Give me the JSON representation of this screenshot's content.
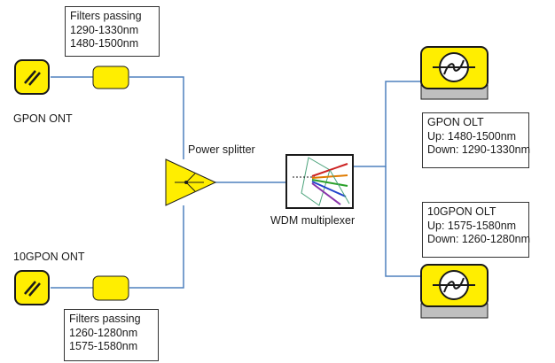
{
  "nodes": {
    "gpon_ont": {
      "label": "GPON ONT"
    },
    "tengpon_ont": {
      "label": "10GPON ONT"
    },
    "power_splitter": {
      "label": "Power splitter"
    },
    "wdm": {
      "label": "WDM multiplexer"
    },
    "gpon_olt": {
      "title": "GPON OLT",
      "up": "Up: 1480-1500nm",
      "down": "Down: 1290-1330nm"
    },
    "tengpon_olt": {
      "title": "10GPON OLT",
      "up": "Up: 1575-1580nm",
      "down": "Down: 1260-1280nm"
    }
  },
  "filters": {
    "top": {
      "title": "Filters passing",
      "line1": "1290-1330nm",
      "line2": "1480-1500nm"
    },
    "bottom": {
      "title": "Filters passing",
      "line1": "1260-1280nm",
      "line2": "1575-1580nm"
    }
  },
  "colors": {
    "device_yellow": "#ffee00",
    "fiber_blue": "#4f81bd",
    "olt_base_gray": "#bfbfbf",
    "outline": "#1a1a1a"
  }
}
